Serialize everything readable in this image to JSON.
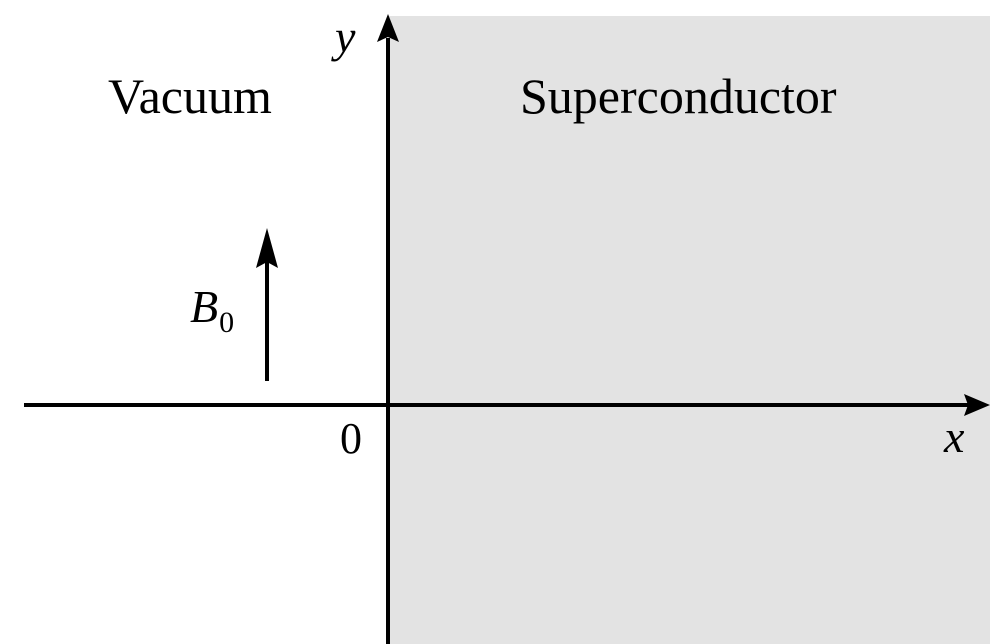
{
  "regions": {
    "vacuum_label": "Vacuum",
    "superconductor_label": "Superconductor",
    "superconductor_fill": "#e3e3e3"
  },
  "axes": {
    "x_label": "x",
    "y_label": "y",
    "origin_label": "0",
    "color": "#000000"
  },
  "field": {
    "symbol": "B",
    "subscript": "0"
  }
}
